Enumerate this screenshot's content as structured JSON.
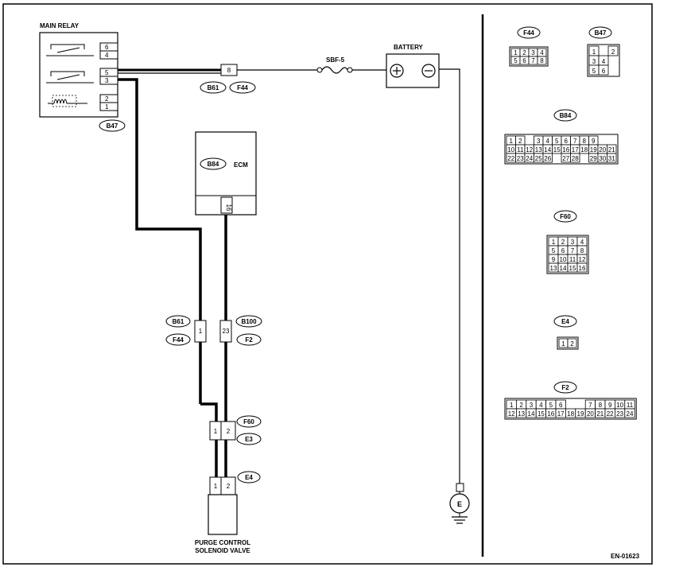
{
  "diagram": {
    "main_relay_label": "MAIN RELAY",
    "relay_pins": [
      "6",
      "4",
      "5",
      "3",
      "2",
      "1"
    ],
    "relay_connector": "B47",
    "fuse_label": "SBF-5",
    "battery_label": "BATTERY",
    "junction_pin": "8",
    "junction_tags": [
      "B61",
      "F44"
    ],
    "ecm_connector": "B84",
    "ecm_label": "ECM",
    "ecm_pin": "16",
    "left_joint": {
      "pin": "1",
      "tags": [
        "B61",
        "F44"
      ]
    },
    "right_joint": {
      "pin": "23",
      "tags": [
        "B100",
        "F2"
      ]
    },
    "valve_joint": {
      "pins": [
        "1",
        "2"
      ],
      "tags": [
        "F60",
        "E3"
      ]
    },
    "valve_connector": {
      "pins": [
        "1",
        "2"
      ],
      "tag": "E4"
    },
    "valve_label_line1": "PURGE CONTROL",
    "valve_label_line2": "SOLENOID VALVE",
    "ground_label": "E",
    "doc_code": "EN-01623"
  },
  "connectors": {
    "f44": {
      "name": "F44",
      "row1": [
        "1",
        "2",
        "3",
        "4"
      ],
      "row2": [
        "5",
        "6",
        "7",
        "8"
      ]
    },
    "b47": {
      "name": "B47",
      "row1": [
        "1",
        "",
        "2"
      ],
      "row2": [
        "3",
        "4"
      ],
      "row3": [
        "5",
        "6"
      ]
    },
    "b84": {
      "name": "B84",
      "row1": [
        "1",
        "2",
        "",
        "3",
        "4",
        "5",
        "6",
        "7",
        "8",
        "9"
      ],
      "row2": [
        "10",
        "11",
        "12",
        "13",
        "14",
        "15",
        "16",
        "17",
        "18",
        "19",
        "20",
        "21"
      ],
      "row3": [
        "22",
        "23",
        "24",
        "25",
        "26",
        "",
        "27",
        "28",
        "",
        "29",
        "30",
        "31"
      ]
    },
    "f60": {
      "name": "F60",
      "row1": [
        "1",
        "2",
        "3",
        "4"
      ],
      "row2": [
        "5",
        "6",
        "7",
        "8"
      ],
      "row3": [
        "9",
        "10",
        "11",
        "12"
      ],
      "row4": [
        "13",
        "14",
        "15",
        "16"
      ]
    },
    "e4": {
      "name": "E4",
      "row1": [
        "1",
        "2"
      ]
    },
    "f2": {
      "name": "F2",
      "row1": [
        "1",
        "2",
        "3",
        "4",
        "5",
        "6",
        "",
        "",
        "7",
        "8",
        "9",
        "10",
        "11"
      ],
      "row2": [
        "12",
        "13",
        "14",
        "15",
        "16",
        "17",
        "18",
        "19",
        "20",
        "21",
        "22",
        "23",
        "24"
      ]
    }
  }
}
